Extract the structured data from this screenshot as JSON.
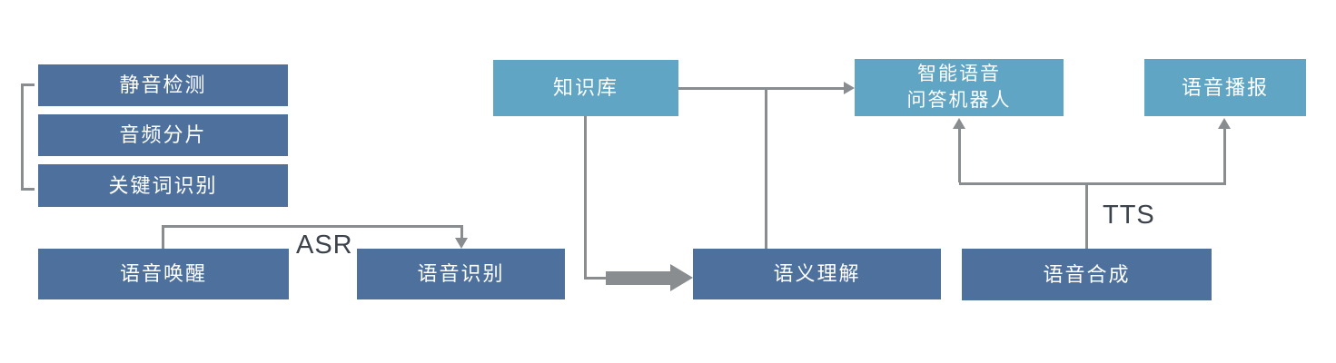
{
  "diagram": {
    "boxes": {
      "silence_detection": "静音检测",
      "audio_segmentation": "音频分片",
      "keyword_recognition": "关键词识别",
      "voice_wakeup": "语音唤醒",
      "speech_recognition": "语音识别",
      "knowledge_base": "知识库",
      "semantic_understanding": "语义理解",
      "speech_synthesis": "语音合成",
      "qa_robot_lines": [
        "智能语音",
        "问答机器人"
      ],
      "voice_broadcast": "语音播报"
    },
    "labels": {
      "asr": "ASR",
      "tts": "TTS"
    },
    "colors": {
      "dark_box": "#4D709D",
      "light_box": "#60A5C3",
      "connector": "#8A8D90",
      "flow_label_text": "#3D434D",
      "box_text": "#FFFFFF",
      "background": "#FFFFFF"
    }
  }
}
